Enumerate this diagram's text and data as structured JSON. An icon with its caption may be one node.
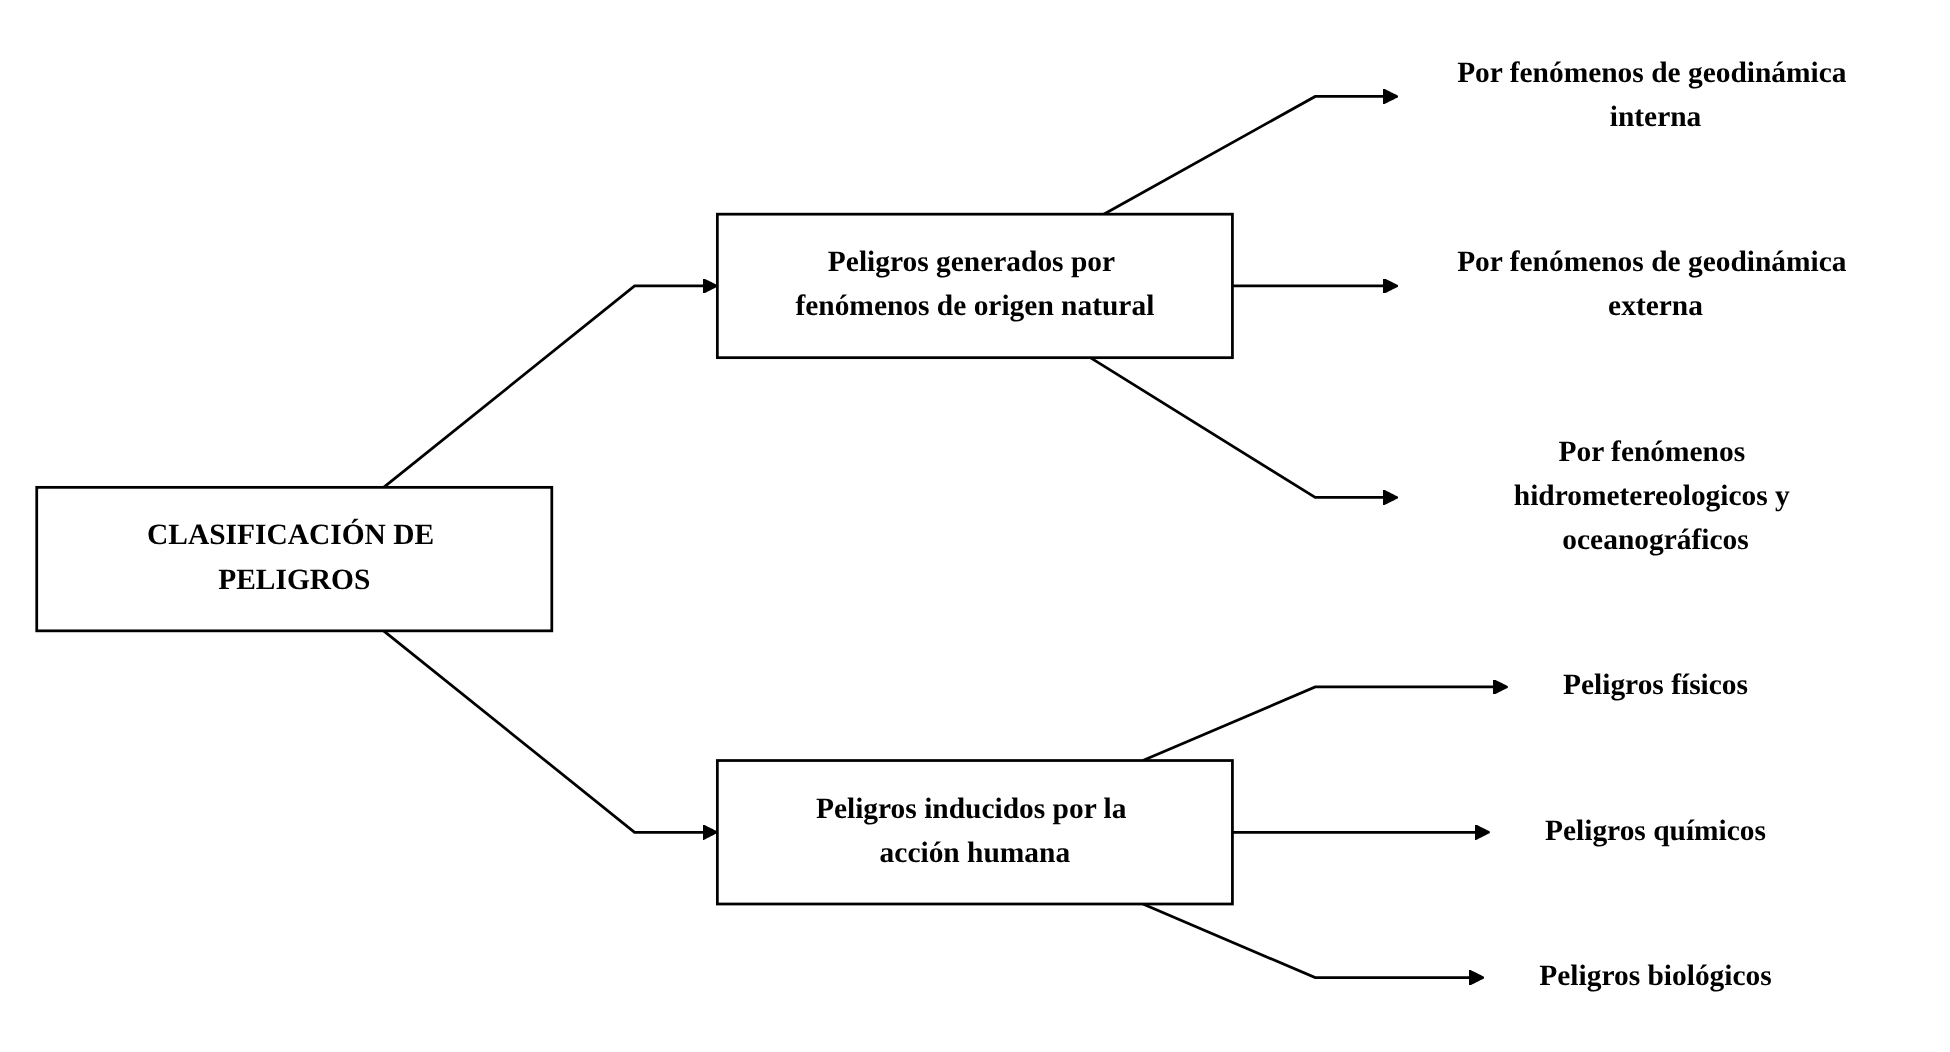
{
  "diagram": {
    "nodes": [
      {
        "text": [
          "CLASIFICACIÓN DE PELIGROS"
        ]
      },
      {
        "text": [
          "Peligros generados por fenómenos de origen natural"
        ]
      },
      {
        "text": [
          "Peligros inducidos por la acción humana"
        ]
      },
      {
        "text": [
          "Por fenómenos de geodinámica interna"
        ]
      },
      {
        "text": [
          "Por fenómenos de geodinámica externa"
        ]
      },
      {
        "text": [
          "Por fenómenos hidrometereologicos y oceanográficos"
        ]
      },
      {
        "text": [
          "Peligros físicos"
        ]
      },
      {
        "text": [
          "Peligros químicos"
        ]
      },
      {
        "text": [
          "Peligros biológicos"
        ]
      }
    ],
    "edges": [
      {
        "from": 0,
        "to": 1,
        "arrow": "to"
      },
      {
        "from": 0,
        "to": 2,
        "arrow": "to"
      },
      {
        "from": 1,
        "to": 3,
        "arrow": "to"
      },
      {
        "from": 1,
        "to": 4,
        "arrow": "to"
      },
      {
        "from": 1,
        "to": 5,
        "arrow": "to"
      },
      {
        "from": 2,
        "to": 6,
        "arrow": "to"
      },
      {
        "from": 2,
        "to": 7,
        "arrow": "to"
      },
      {
        "from": 2,
        "to": 8,
        "arrow": "to"
      }
    ]
  }
}
